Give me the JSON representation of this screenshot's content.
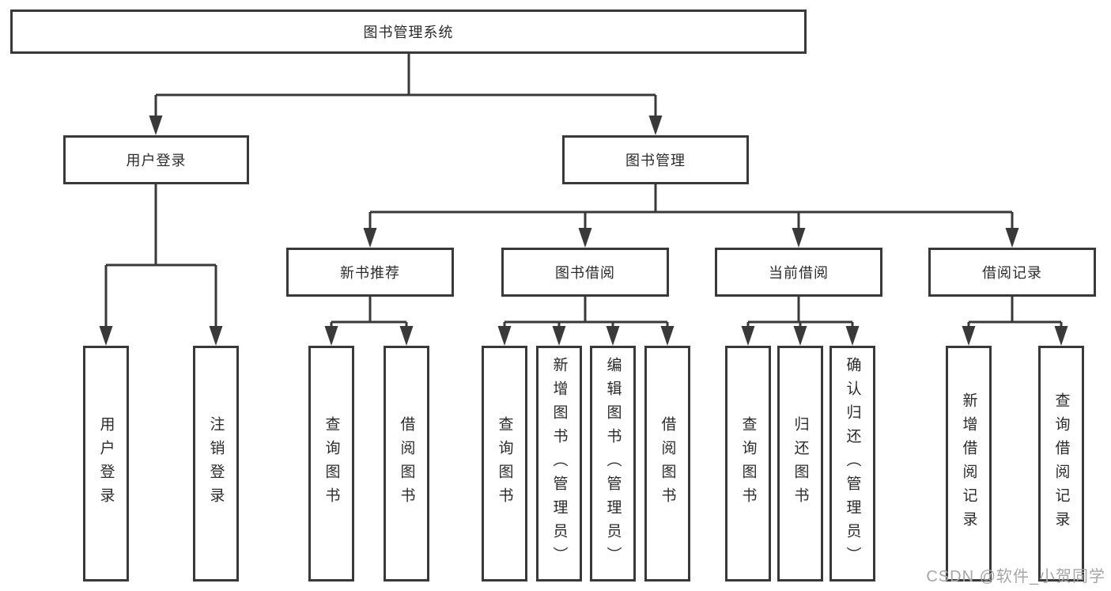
{
  "colors": {
    "line": "#393939",
    "text": "#2b2b2b",
    "watermark": "#a6a6a6",
    "bg": "#ffffff"
  },
  "nodes": {
    "root": {
      "label": "图书管理系统"
    },
    "user_login_branch": {
      "label": "用户登录"
    },
    "book_management_branch": {
      "label": "图书管理"
    },
    "new_book_recommend": {
      "label": "新书推荐"
    },
    "book_borrow": {
      "label": "图书借阅"
    },
    "current_borrow": {
      "label": "当前借阅"
    },
    "borrow_records": {
      "label": "借阅记录"
    },
    "leaf_user_login": {
      "label": "用户登录"
    },
    "leaf_logout": {
      "label": "注销登录"
    },
    "leaf_recommend_query": {
      "label": "查询图书"
    },
    "leaf_recommend_borrow": {
      "label": "借阅图书"
    },
    "leaf_borrow_query": {
      "label": "查询图书"
    },
    "leaf_borrow_add": {
      "label": "新增图书（管理员）"
    },
    "leaf_borrow_edit": {
      "label": "编辑图书（管理员）"
    },
    "leaf_borrow_borrow": {
      "label": "借阅图书"
    },
    "leaf_current_query": {
      "label": "查询图书"
    },
    "leaf_current_return": {
      "label": "归还图书"
    },
    "leaf_current_confirm": {
      "label": "确认归还（管理员）"
    },
    "leaf_records_add": {
      "label": "新增借阅记录"
    },
    "leaf_records_query": {
      "label": "查询借阅记录"
    }
  },
  "watermark": "CSDN @软件_小贺同学"
}
